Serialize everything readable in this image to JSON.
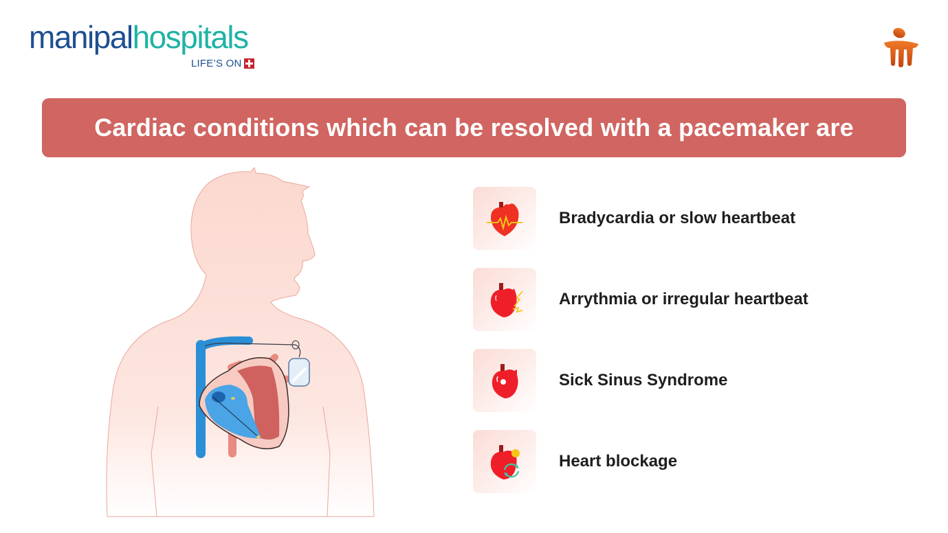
{
  "brand": {
    "name_part1": "manipal",
    "name_part2": "hospitals",
    "tagline": "LIFE’S ON",
    "primary_color": "#1d4f91",
    "secondary_color": "#1fb3a6",
    "tag_icon": "red-plus-box-icon",
    "emblem_icon": "orange-pillar-emblem-icon"
  },
  "banner": {
    "title": "Cardiac conditions which can be resolved with a pacemaker are",
    "background": "#d06561"
  },
  "illustration": {
    "subject": "human-torso-with-pacemaker-heart-icon"
  },
  "conditions": [
    {
      "label": "Bradycardia or slow heartbeat",
      "icon": "heart-ecg-icon"
    },
    {
      "label": "Arrythmia or irregular heartbeat",
      "icon": "heart-lightning-icon"
    },
    {
      "label": "Sick Sinus Syndrome",
      "icon": "heart-node-icon"
    },
    {
      "label": "Heart blockage",
      "icon": "heart-blockage-cycle-icon"
    }
  ]
}
